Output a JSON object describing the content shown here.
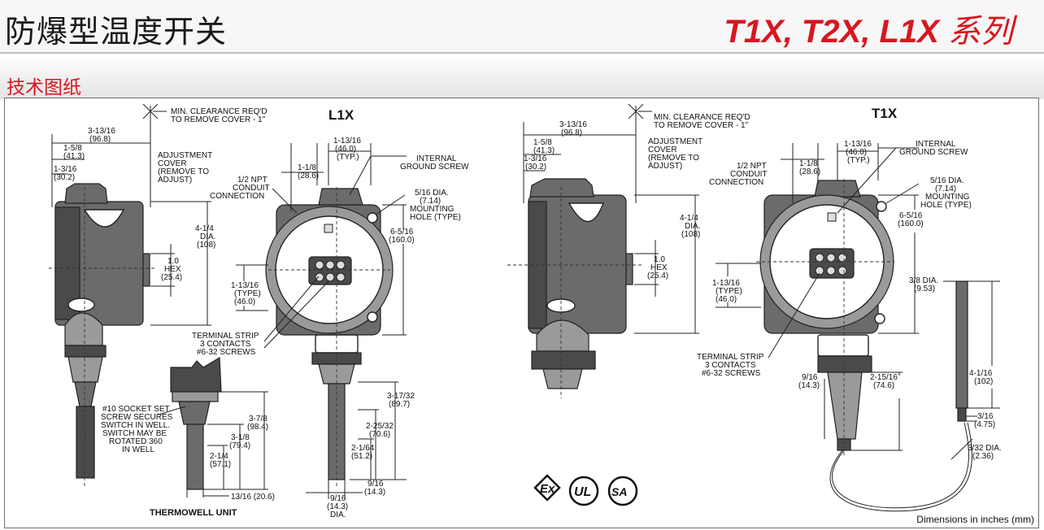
{
  "header": {
    "title_cn": "防爆型温度开关",
    "series_en": "T1X, T2X, L1X",
    "series_cn": "系列"
  },
  "section": {
    "subtitle": "技术图纸"
  },
  "drawings": {
    "l1x": {
      "title": "L1X",
      "clearance_1": "MIN. CLEARANCE REQ'D",
      "clearance_2": "TO REMOVE COVER - 1\"",
      "dim_3_13_16": "3-13/16",
      "dim_96_8": "(96.8)",
      "dim_1_5_8": "1-5/8",
      "dim_41_3": "(41.3)",
      "dim_1_3_16": "1-3/16",
      "dim_30_2": "(30.2)",
      "adj_1": "ADJUSTMENT",
      "adj_2": "COVER",
      "adj_3": "(REMOVE TO",
      "adj_4": "ADJUST)",
      "dim_4_1_4": "4-1/4",
      "dia": "DIA.",
      "dim_108": "(108)",
      "dim_1_0": "1.0",
      "hex": "HEX",
      "dim_25_4": "(25.4)",
      "dim_1_1_8": "1-1/8",
      "dim_28_6": "(28.6)",
      "npt_1": "1/2 NPT",
      "npt_2": "CONDUIT",
      "npt_3": "CONNECTION",
      "dim_1_13_16": "1-13/16",
      "dim_46_0": "(46.0)",
      "typ": "(TYP.)",
      "ground_1": "INTERNAL",
      "ground_2": "GROUND SCREW",
      "dim_5_16": "5/16 DIA.",
      "dim_7_14": "(7.14)",
      "mount_1": "MOUNTING",
      "mount_2": "HOLE (TYPE)",
      "dim_6_5_16": "6-5/16",
      "dim_160": "(160.0)",
      "side_1_13_16": "1-13/16",
      "type": "(TYPE)",
      "side_46": "(46.0)",
      "term_1": "TERMINAL STRIP",
      "term_2": "3 CONTACTS",
      "term_3": "#6-32 SCREWS",
      "dim_3_17_32": "3-17/32",
      "dim_89_7": "(89.7)",
      "dim_2_25_32": "2-25/32",
      "dim_70_6": "(70.6)",
      "dim_2_1_64": "2-1/64",
      "dim_51_2": "(51.2)",
      "dim_9_16": "9/16",
      "dim_14_3": "(14.3)",
      "dim_9_16b": "9/16",
      "dim_14_3b": "(14.3)",
      "dia_b": "DIA."
    },
    "thermowell": {
      "socket_1": "#10 SOCKET SET",
      "socket_2": "SCREW SECURES",
      "socket_3": "SWITCH IN WELL.",
      "socket_4": "SWITCH MAY BE",
      "socket_5": "ROTATED 360",
      "socket_6": "IN WELL",
      "dim_3_7_8": "3-7/8",
      "dim_98_4": "(98.4)",
      "dim_3_1_8": "3-1/8",
      "dim_79_4": "(79.4)",
      "dim_2_1_4": "2-1/4",
      "dim_57_1": "(57.1)",
      "dim_13_16": "13/16 (20.6)",
      "caption": "THERMOWELL UNIT"
    },
    "t1x": {
      "title": "T1X",
      "clearance_1": "MIN. CLEARANCE REQ'D",
      "clearance_2": "TO REMOVE COVER - 1\"",
      "dim_3_13_16": "3-13/16",
      "dim_96_8": "(96.8)",
      "dim_1_5_8": "1-5/8",
      "dim_41_3": "(41.3)",
      "dim_1_3_16": "1-3/16",
      "dim_30_2": "(30.2)",
      "adj_1": "ADJUSTMENT",
      "adj_2": "COVER",
      "adj_3": "(REMOVE TO",
      "adj_4": "ADJUST)",
      "dim_4_1_4": "4-1/4",
      "dia": "DIA.",
      "dim_108": "(108)",
      "dim_1_0": "1.0",
      "hex": "HEX",
      "dim_25_4": "(25.4)",
      "dim_1_1_8": "1-1/8",
      "dim_28_6": "(28.6)",
      "npt_1": "1/2 NPT",
      "npt_2": "CONDUIT",
      "npt_3": "CONNECTION",
      "dim_1_13_16": "1-13/16",
      "dim_46_0": "(46.0)",
      "typ": "(TYP.)",
      "ground_1": "INTERNAL",
      "ground_2": "GROUND SCREW",
      "dim_5_16": "5/16 DIA.",
      "dim_7_14": "(7.14)",
      "mount_1": "MOUNTING",
      "mount_2": "HOLE (TYPE)",
      "dim_6_5_16": "6-5/16",
      "dim_160": "(160.0)",
      "side_1_13_16": "1-13/16",
      "type": "(TYPE)",
      "side_46": "(46.0)",
      "term_1": "TERMINAL STRIP",
      "term_2": "3 CONTACTS",
      "term_3": "#6-32 SCREWS",
      "dim_9_16": "9/16",
      "dim_14_3": "(14.3)",
      "dim_2_15_16": "2-15/16",
      "dim_74_6": "(74.6)",
      "dim_3_8": "3/8 DIA.",
      "dim_9_53": "(9.53)",
      "dim_4_1_16": "4-1/16",
      "dim_102": "(102)",
      "dim_3_16": "3/16",
      "dim_4_75": "(4.75)",
      "dim_3_32": "3/32 DIA.",
      "dim_2_36": "(2.36)"
    },
    "certs": {
      "ex": "Ex",
      "ul": "UL",
      "csa": "SA"
    }
  },
  "footnote": "Dimensions in inches (mm)",
  "colors": {
    "accent": "#d7171f",
    "body_gray": "#6b6b6b"
  }
}
